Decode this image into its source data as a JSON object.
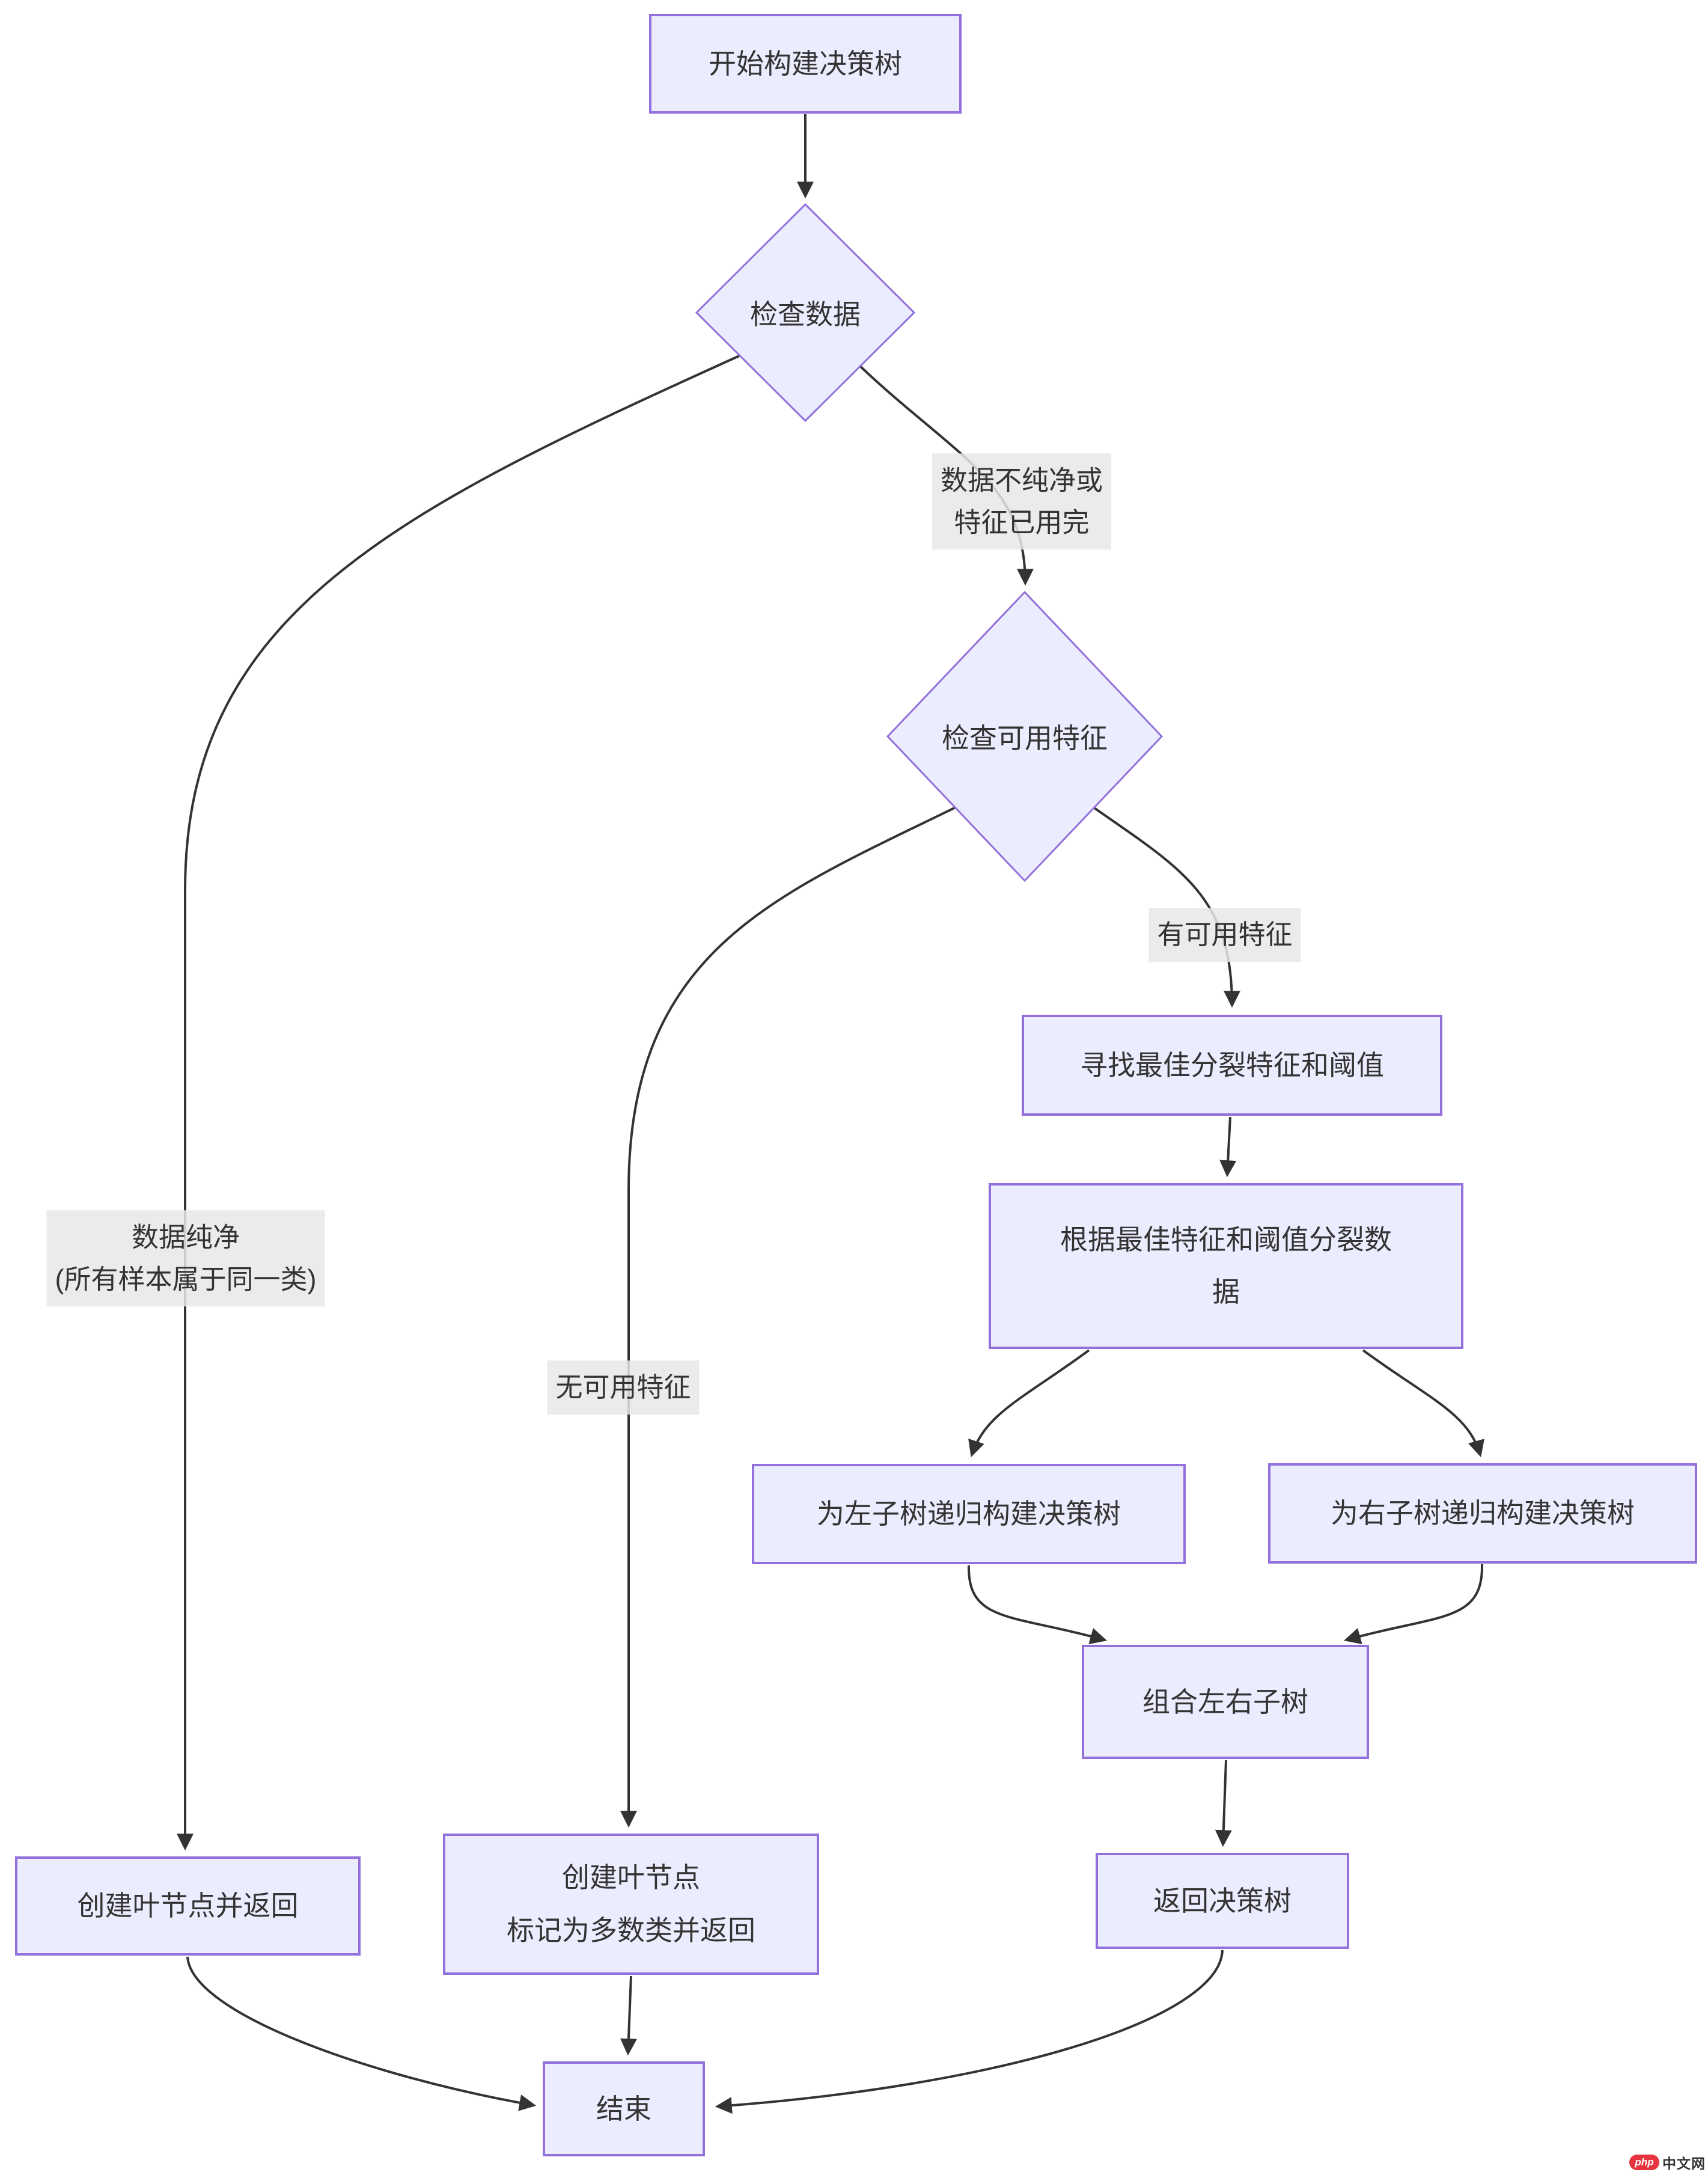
{
  "diagram": {
    "nodes": {
      "start": {
        "label": "开始构建决策树"
      },
      "check_data": {
        "label": "检查数据"
      },
      "check_features": {
        "label": "检查可用特征"
      },
      "find_best": {
        "label": "寻找最佳分裂特征和阈值"
      },
      "split_data": {
        "line1": "根据最佳特征和阈值分裂数",
        "line2": "据"
      },
      "left_recursion": {
        "label": "为左子树递归构建决策树"
      },
      "right_recursion": {
        "label": "为右子树递归构建决策树"
      },
      "combine": {
        "label": "组合左右子树"
      },
      "return_tree": {
        "label": "返回决策树"
      },
      "leaf_pure": {
        "label": "创建叶节点并返回"
      },
      "leaf_majority": {
        "line1": "创建叶节点",
        "line2": "标记为多数类并返回"
      },
      "end": {
        "label": "结束"
      }
    },
    "edge_labels": {
      "impure": {
        "line1": "数据不纯净或",
        "line2": "特征已用完"
      },
      "has_features": {
        "label": "有可用特征"
      },
      "pure": {
        "line1": "数据纯净",
        "line2": "(所有样本属于同一类)"
      },
      "no_features": {
        "label": "无可用特征"
      }
    },
    "colors": {
      "node_fill": "#ECECFF",
      "node_border": "#9370DB",
      "edge": "#333333",
      "text": "#333333",
      "label_bg": "#e8e8e8"
    }
  },
  "watermark": {
    "badge": "php",
    "text": "中文网"
  }
}
